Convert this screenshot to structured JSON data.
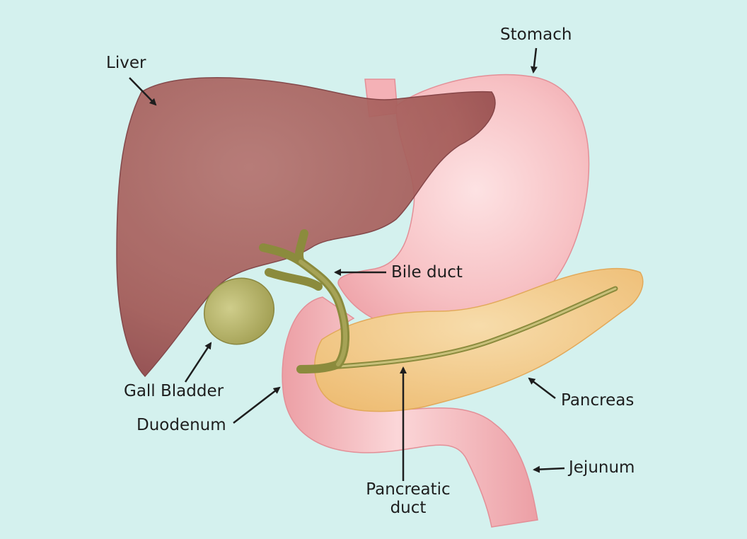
{
  "colors": {
    "background": "#d4f1ee",
    "liver": "#a85e5b",
    "stomach": "#f6b7bb",
    "pancreas": "#f2c98a",
    "gallbladder": "#b7b468",
    "bile_duct": "#8a8a3e",
    "outline": "#1e1e1e"
  },
  "labels": {
    "liver": "Liver",
    "stomach": "Stomach",
    "bile_duct": "Bile duct",
    "gall_bladder": "Gall Bladder",
    "duodenum": "Duodenum",
    "pancreas": "Pancreas",
    "jejunum": "Jejunum",
    "pancreatic_duct_line1": "Pancreatic",
    "pancreatic_duct_line2": "duct"
  }
}
